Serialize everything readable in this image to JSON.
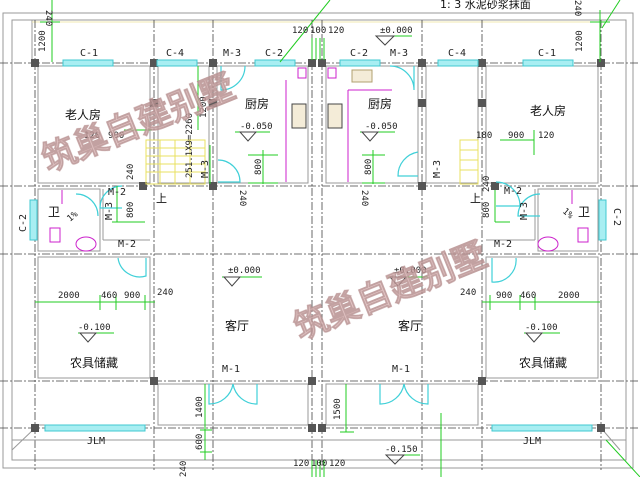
{
  "drawing": {
    "title_note": "1: 3 水泥砂浆抹面",
    "watermark": "筑巢自建别墅",
    "colors": {
      "wall": "#8a8a8a",
      "axis": "#555555",
      "window": "#5ad8e0",
      "door": "#40d0d8",
      "dimension": "#22cc22",
      "fixture": "#cc22cc",
      "stair": "#e8e840",
      "column": "#555555",
      "watermark": "#e8c6c6"
    }
  },
  "rooms": {
    "elder_left": "老人房",
    "elder_right": "老人房",
    "kitchen_left": "厨房",
    "kitchen_right": "厨房",
    "bath_left": "卫",
    "bath_right": "卫",
    "living_left": "客厅",
    "living_right": "客厅",
    "storage_left": "农具储藏",
    "storage_right": "农具储藏"
  },
  "openings": {
    "c1_left": "C-1",
    "c4_left": "C-4",
    "m3_top_left": "M-3",
    "c2_top_left": "C-2",
    "c2_top_right": "C-2",
    "m3_top_right": "M-3",
    "c4_right": "C-4",
    "c1_right": "C-1",
    "m3_kitchen_left": "M-3",
    "m3_kitchen_right": "M-3",
    "m2_left_a": "M-2",
    "m2_left_b": "M-2",
    "m3_bath_left": "M-3",
    "m2_right_a": "M-2",
    "m2_right_b": "M-2",
    "m3_bath_right": "M-3",
    "c2_side_left": "C-2",
    "c2_side_right": "C-2",
    "m1_left": "M-1",
    "m1_right": "M-1",
    "jlm_left": "JLM",
    "jlm_right": "JLM"
  },
  "levels": {
    "top": "±0.000",
    "kitchen_left": "-0.050",
    "kitchen_right": "-0.050",
    "living_left": "±0.000",
    "living_right": "±0.000",
    "storage_left": "-0.100",
    "storage_right": "-0.100",
    "porch": "-0.150"
  },
  "dimensions": {
    "d240_top_left": "240",
    "d1200_left": "1200",
    "d1200_right": "1200",
    "d240_top_right": "240",
    "d1200_stair": "1200",
    "stair_spec": "251.1X9=2260",
    "top_mid": [
      "120",
      "100",
      "120"
    ],
    "bottom_mid": [
      "120",
      "100",
      "120"
    ],
    "elder_left_a": "120",
    "elder_left_b": "900",
    "elder_right_a": "180",
    "elder_right_b": "900",
    "elder_right_c": "120",
    "d800_kl": "800",
    "d800_kr": "800",
    "d800_bl": "800",
    "d800_br": "800",
    "d240_kl": "240",
    "d240_kr": "240",
    "d240_stair_l": "240",
    "d240_stair_r": "240",
    "storage_left": [
      "2000",
      "460",
      "900"
    ],
    "storage_right": [
      "900",
      "460",
      "2000"
    ],
    "d240_liv_l": "240",
    "d240_liv_r": "240",
    "d1400": "1400",
    "d600": "600",
    "d1500": "1500",
    "d240_bottom": "240",
    "slope_l": "1%",
    "slope_r": "1%",
    "stair_up_l": "上",
    "stair_up_r": "上"
  }
}
